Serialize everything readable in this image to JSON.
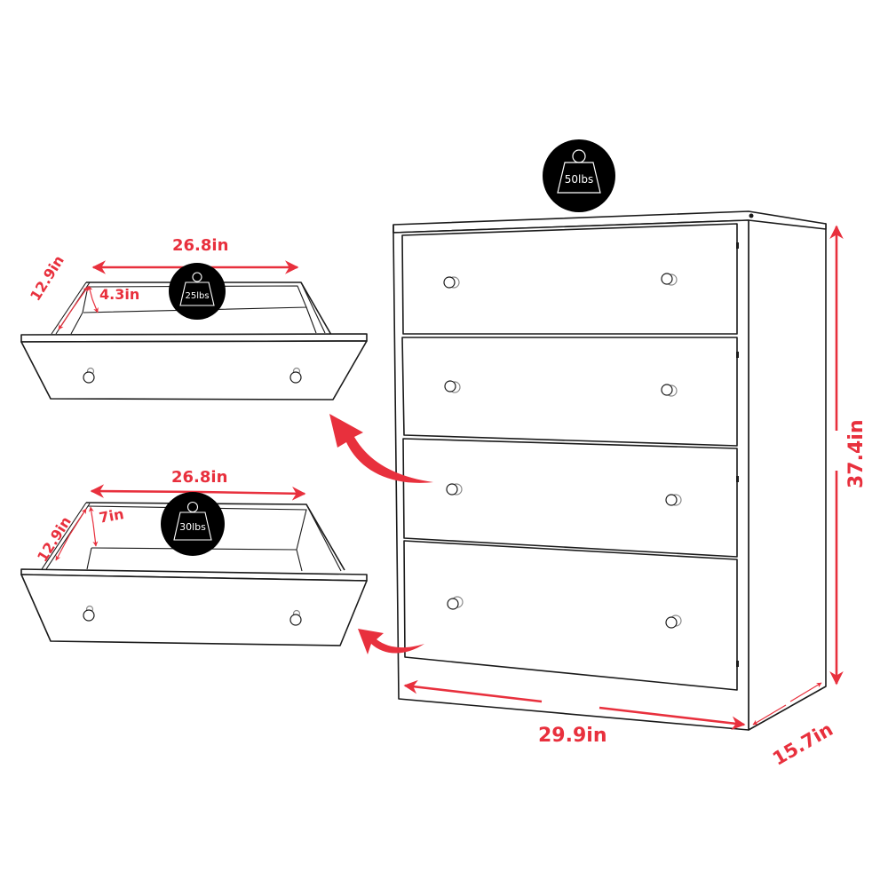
{
  "diagram": {
    "subject": "4-drawer dresser dimensions",
    "colors": {
      "accent": "#e8303d",
      "line": "#1a1a1a",
      "badge": "#000000",
      "background": "#ffffff"
    },
    "dresser": {
      "drawer_count": 4,
      "width_label": "29.9in",
      "depth_label": "15.7in",
      "height_label": "37.4in",
      "top_load_label": "50lbs"
    },
    "small_drawer": {
      "width_label": "26.8in",
      "depth_label": "12.9in",
      "height_label": "4.3in",
      "load_label": "25lbs"
    },
    "large_drawer": {
      "width_label": "26.8in",
      "depth_label": "12.9in",
      "height_label": "7in",
      "load_label": "30lbs"
    },
    "icons": {
      "weight": "kettlebell-weight-icon",
      "pointer": "curved-arrow-icon"
    }
  }
}
